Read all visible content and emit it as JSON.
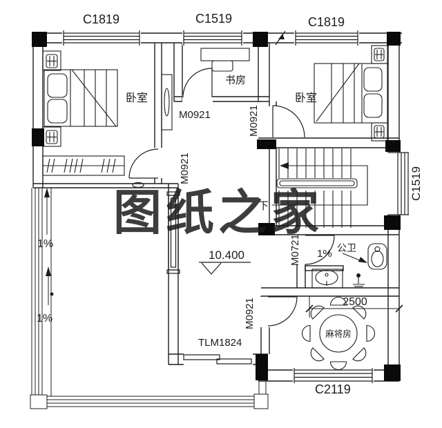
{
  "plan": {
    "windows": {
      "top_left": "C1819",
      "top_middle": "C1519",
      "top_right": "C1819",
      "right_side": "C1519",
      "bottom": "C2119"
    },
    "rooms": {
      "bedroom_left": "卧室",
      "study": "书房",
      "bedroom_right": "卧室",
      "bathroom": "公卫",
      "mahjong_room": "麻将房"
    },
    "doors": {
      "study_door": "M0921",
      "bedroom_left_door": "M0921",
      "bedroom_right_door": "M0921",
      "mahjong_door": "M0921",
      "bathroom_door": "M0721",
      "balcony_slider": "TLM1824"
    },
    "stairs": {
      "down_label": "下"
    },
    "annotations": {
      "floor_elevation": "10.400",
      "mahjong_width": "2500",
      "terrace_slope_upper": "1%",
      "terrace_slope_lower": "1%",
      "bathroom_slope": "1%"
    },
    "watermark": {
      "text": "图纸之家",
      "color": "#d23630"
    }
  },
  "colors": {
    "line": "#1c1c1c",
    "column": "#0a0a0a"
  }
}
